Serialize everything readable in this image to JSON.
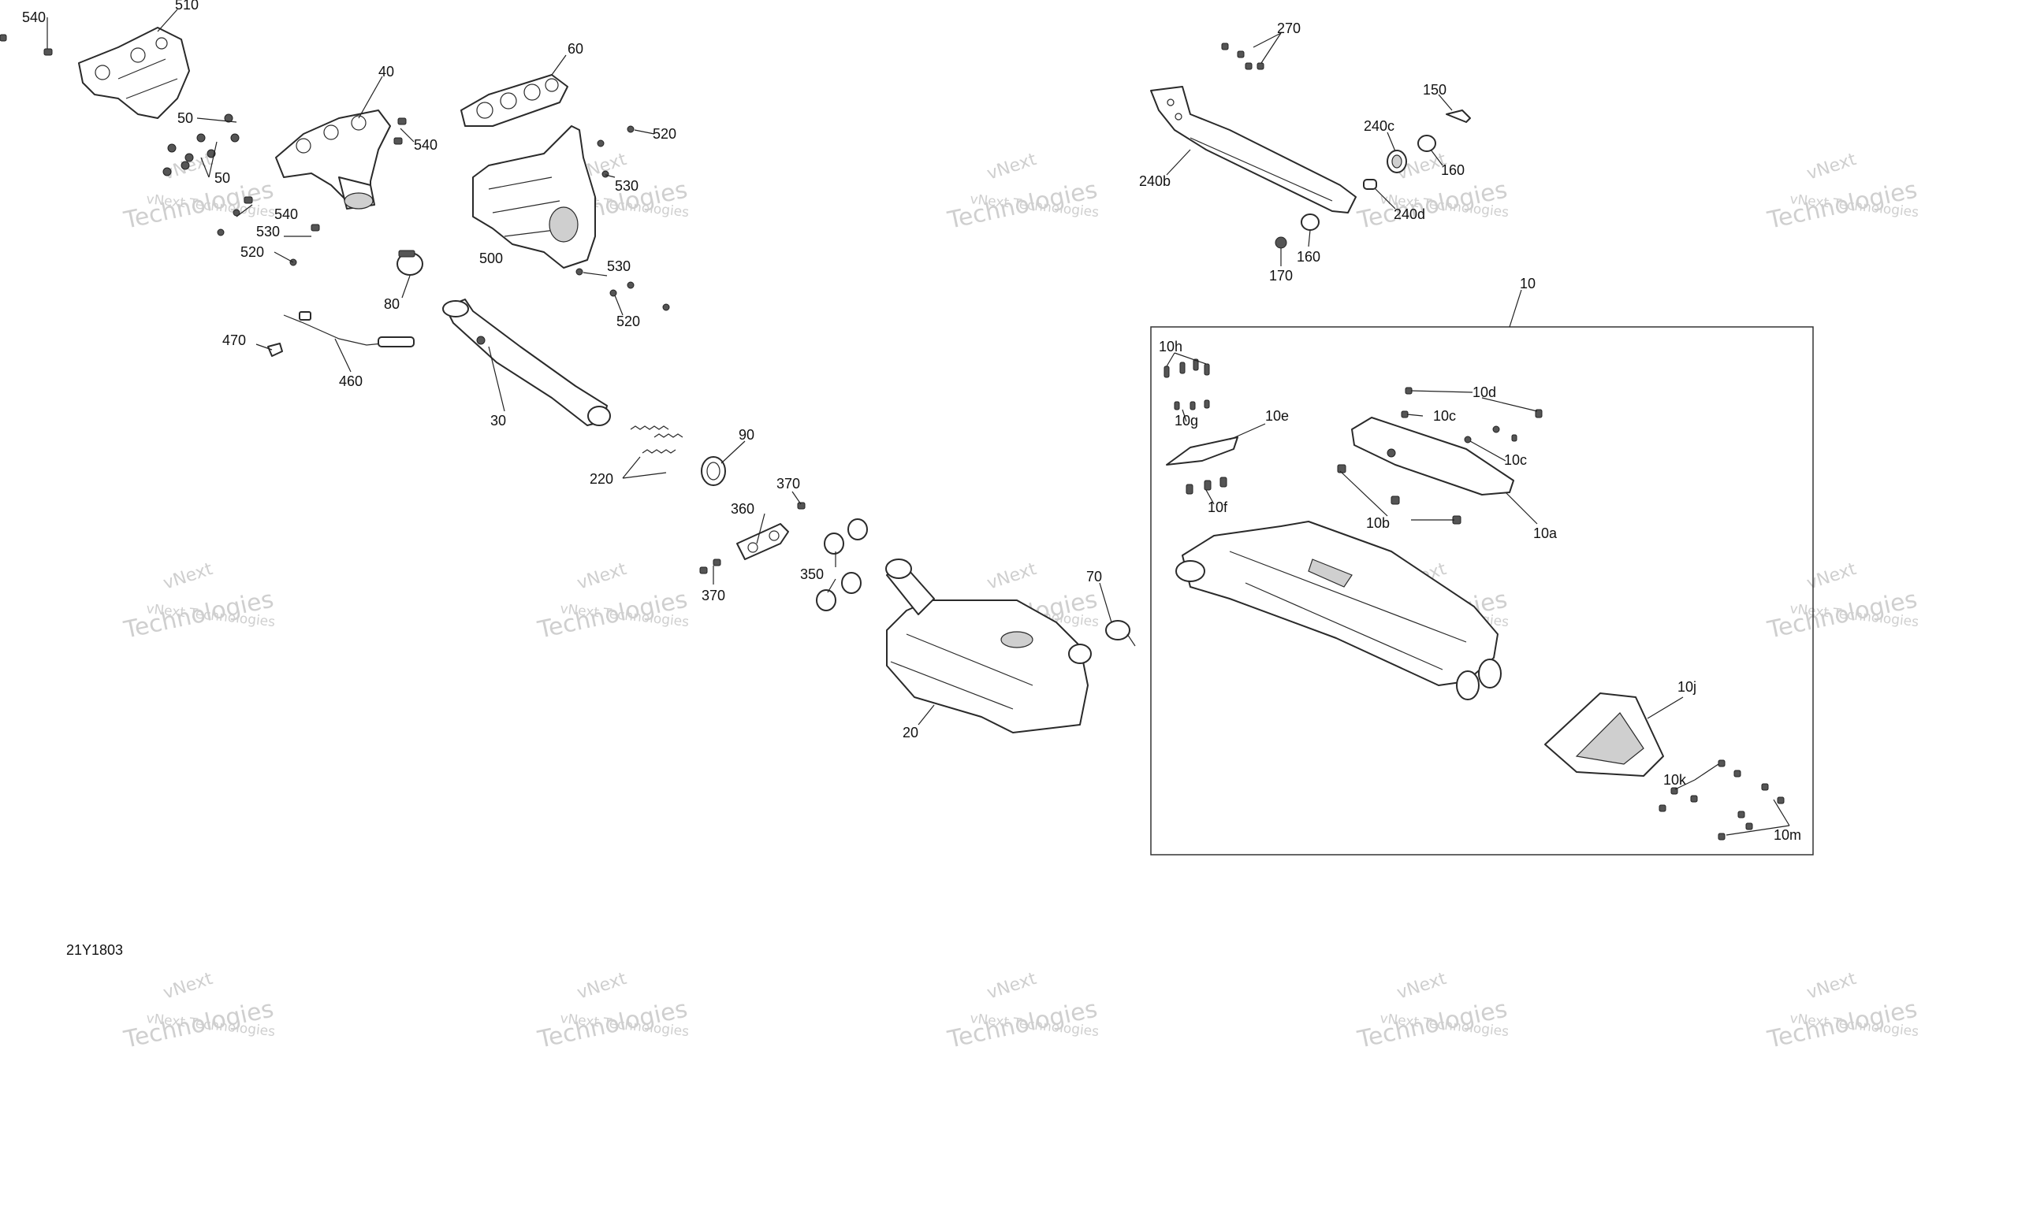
{
  "document_code": "21Y1803",
  "watermark": {
    "small": "vNext Technologies",
    "big": "Technologies",
    "logo": "vNext"
  },
  "kit_box_label": "10",
  "callouts": [
    {
      "id": "c540a",
      "text": "540"
    },
    {
      "id": "c510",
      "text": "510"
    },
    {
      "id": "c40",
      "text": "40"
    },
    {
      "id": "c60",
      "text": "60"
    },
    {
      "id": "c50a",
      "text": "50"
    },
    {
      "id": "c50b",
      "text": "50"
    },
    {
      "id": "c540b",
      "text": "540"
    },
    {
      "id": "c520a",
      "text": "520"
    },
    {
      "id": "c530a",
      "text": "530"
    },
    {
      "id": "c540c",
      "text": "540"
    },
    {
      "id": "c530b",
      "text": "530"
    },
    {
      "id": "c520b",
      "text": "520"
    },
    {
      "id": "c500",
      "text": "500"
    },
    {
      "id": "c530c",
      "text": "530"
    },
    {
      "id": "c520c",
      "text": "520"
    },
    {
      "id": "c80",
      "text": "80"
    },
    {
      "id": "c470",
      "text": "470"
    },
    {
      "id": "c460",
      "text": "460"
    },
    {
      "id": "c30",
      "text": "30"
    },
    {
      "id": "c220",
      "text": "220"
    },
    {
      "id": "c90",
      "text": "90"
    },
    {
      "id": "c370a",
      "text": "370"
    },
    {
      "id": "c360",
      "text": "360"
    },
    {
      "id": "c370b",
      "text": "370"
    },
    {
      "id": "c350",
      "text": "350"
    },
    {
      "id": "c70",
      "text": "70"
    },
    {
      "id": "c20",
      "text": "20"
    },
    {
      "id": "c270",
      "text": "270"
    },
    {
      "id": "c150",
      "text": "150"
    },
    {
      "id": "c240c",
      "text": "240c"
    },
    {
      "id": "c160a",
      "text": "160"
    },
    {
      "id": "c240b",
      "text": "240b"
    },
    {
      "id": "c240d",
      "text": "240d"
    },
    {
      "id": "c170",
      "text": "170"
    },
    {
      "id": "c160b",
      "text": "160"
    },
    {
      "id": "c10",
      "text": "10"
    },
    {
      "id": "c10h",
      "text": "10h"
    },
    {
      "id": "c10d",
      "text": "10d"
    },
    {
      "id": "c10c1",
      "text": "10c"
    },
    {
      "id": "c10g",
      "text": "10g"
    },
    {
      "id": "c10e",
      "text": "10e"
    },
    {
      "id": "c10c2",
      "text": "10c"
    },
    {
      "id": "c10f",
      "text": "10f"
    },
    {
      "id": "c10b",
      "text": "10b"
    },
    {
      "id": "c10a",
      "text": "10a"
    },
    {
      "id": "c10j",
      "text": "10j"
    },
    {
      "id": "c10k",
      "text": "10k"
    },
    {
      "id": "c10m",
      "text": "10m"
    }
  ]
}
